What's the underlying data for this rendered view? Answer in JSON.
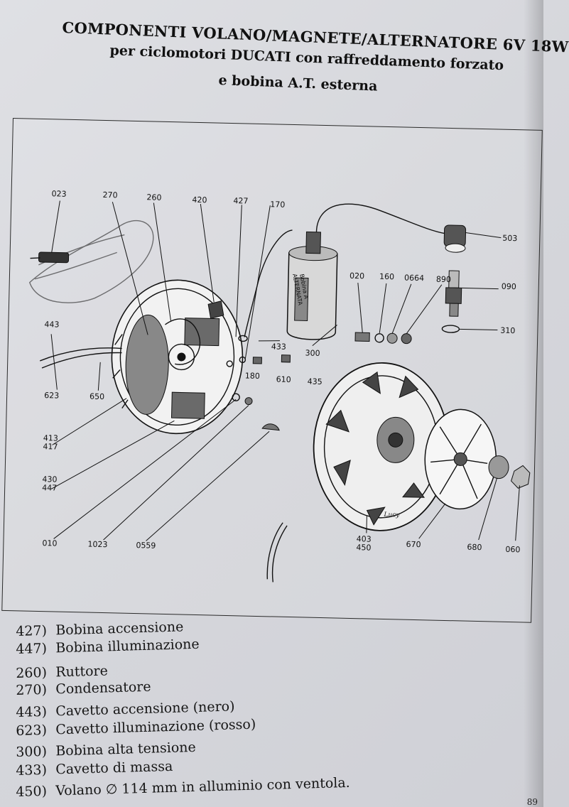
{
  "header": {
    "line1": "COMPONENTI VOLANO/MAGNETE/ALTERNATORE 6V 18W",
    "line2": "per ciclomotori DUCATI con raffreddamento forzato",
    "line3": "e bobina A.T. esterna"
  },
  "diagram": {
    "coil_label_1": "Bobina A",
    "coil_label_2": "ALTERNATA",
    "signature": "Lucy",
    "part_labels": {
      "p023": "023",
      "p270": "270",
      "p260": "260",
      "p420": "420",
      "p427": "427",
      "p170": "170",
      "p503": "503",
      "p020": "020",
      "p160": "160",
      "p0664": "0664",
      "p890": "890",
      "p090": "090",
      "p310": "310",
      "p443": "443",
      "p623": "623",
      "p650": "650",
      "p433": "433",
      "p300": "300",
      "p180": "180",
      "p610": "610",
      "p435": "435",
      "p413": "413",
      "p417": "417",
      "p430": "430",
      "p447": "447",
      "p010": "010",
      "p1023": "1023",
      "p0559": "0559",
      "p403": "403",
      "p450": "450",
      "p670": "670",
      "p680": "680",
      "p060": "060"
    }
  },
  "legend": [
    {
      "code": "427)",
      "text": "Bobina accensione"
    },
    {
      "code": "447)",
      "text": "Bobina illuminazione"
    },
    {
      "code": "260)",
      "text": "Ruttore"
    },
    {
      "code": "270)",
      "text": "Condensatore"
    },
    {
      "code": "443)",
      "text": "Cavetto accensione (nero)"
    },
    {
      "code": "623)",
      "text": "Cavetto illuminazione (rosso)"
    },
    {
      "code": "300)",
      "text": "Bobina alta tensione"
    },
    {
      "code": "433)",
      "text": "Cavetto di massa"
    },
    {
      "code": "450)",
      "text": "Volano ∅ 114 mm in alluminio con ventola."
    }
  ],
  "page_number": "89"
}
